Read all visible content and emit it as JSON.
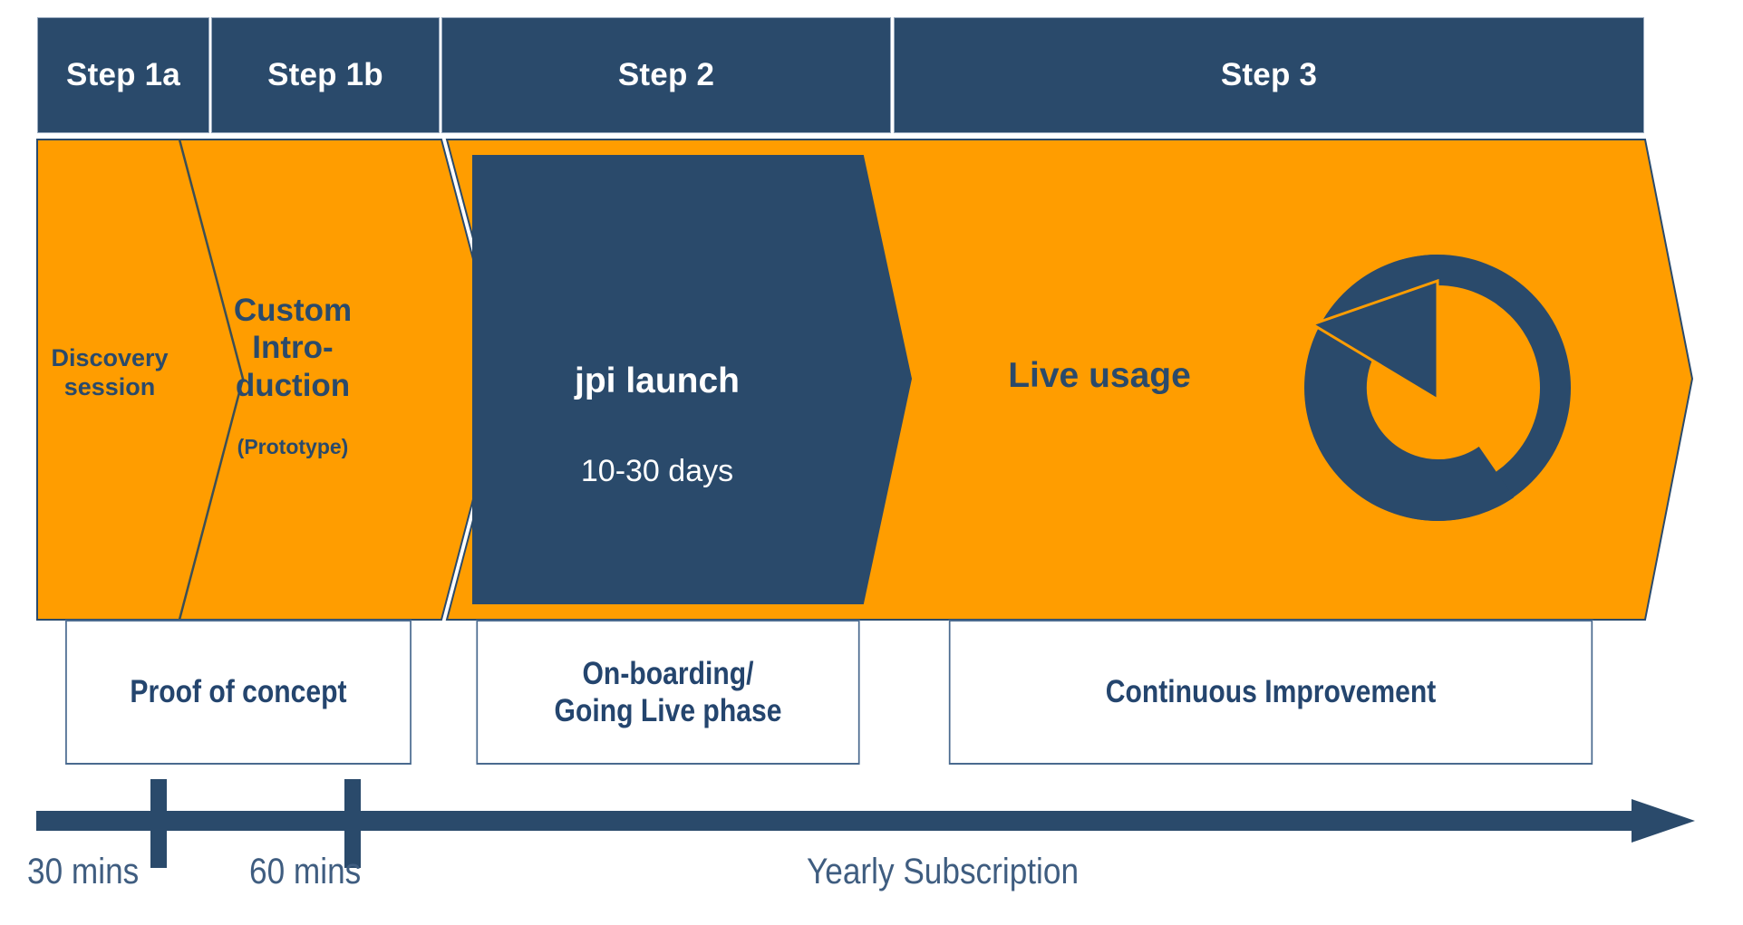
{
  "colors": {
    "dark_blue": "#2a4a6b",
    "orange": "#ff9d00",
    "box_border": "#4a6a8f",
    "timeline_blue": "#2a4a6b",
    "white": "#ffffff",
    "text_blue": "#24456e"
  },
  "steps": [
    {
      "id": "step-1a",
      "label": "Step 1a"
    },
    {
      "id": "step-1b",
      "label": "Step 1b"
    },
    {
      "id": "step-2",
      "label": "Step 2"
    },
    {
      "id": "step-3",
      "label": "Step 3"
    }
  ],
  "band": {
    "discovery": "Discovery\nsession",
    "discovery_line1": "Discovery",
    "discovery_line2": "session",
    "custom_intro_line1": "Custom",
    "custom_intro_line2": "Intro-",
    "custom_intro_line3": "duction",
    "prototype": "(Prototype)",
    "jpi_launch": "jpi launch",
    "jpi_duration": "10-30 days",
    "live_usage": "Live usage",
    "recycle_icon": "circular-arrow-icon"
  },
  "phases": [
    {
      "id": "phase-poc",
      "line1": "Proof of concept",
      "line2": ""
    },
    {
      "id": "phase-onboarding",
      "line1": "On-boarding/",
      "line2": "Going Live phase"
    },
    {
      "id": "phase-ci",
      "line1": "Continuous Improvement",
      "line2": ""
    }
  ],
  "timeline": {
    "labels": [
      {
        "id": "tl-30",
        "text": "30 mins"
      },
      {
        "id": "tl-60",
        "text": "60 mins"
      },
      {
        "id": "tl-year",
        "text": "Yearly Subscription"
      }
    ],
    "tick_count": 2,
    "arrow_direction": "right"
  }
}
